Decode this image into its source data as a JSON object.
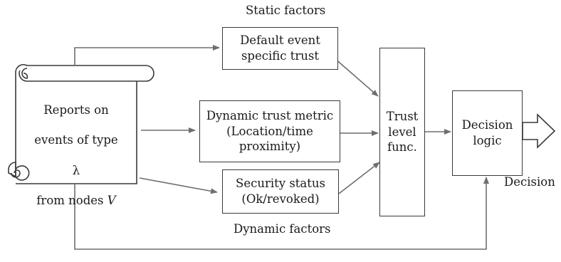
{
  "static_label": "Static factors",
  "dynamic_label": "Dynamic factors",
  "decision_label": "Decision",
  "reports": {
    "line1": "Reports on",
    "line2": "events of type",
    "line3": "λ",
    "line4_prefix": "from nodes ",
    "line4_var": "V"
  },
  "boxes": {
    "default_trust": "Default event\nspecific trust",
    "dynamic_metric": "Dynamic trust metric\n(Location/time\nproximity)",
    "security_status": "Security status\n(Ok/revoked)",
    "trust_level": "Trust\nlevel\nfunc.",
    "decision_logic": "Decision\nlogic"
  },
  "colors": {
    "line": "#6e6e6e",
    "border": "#3a3a3a"
  }
}
